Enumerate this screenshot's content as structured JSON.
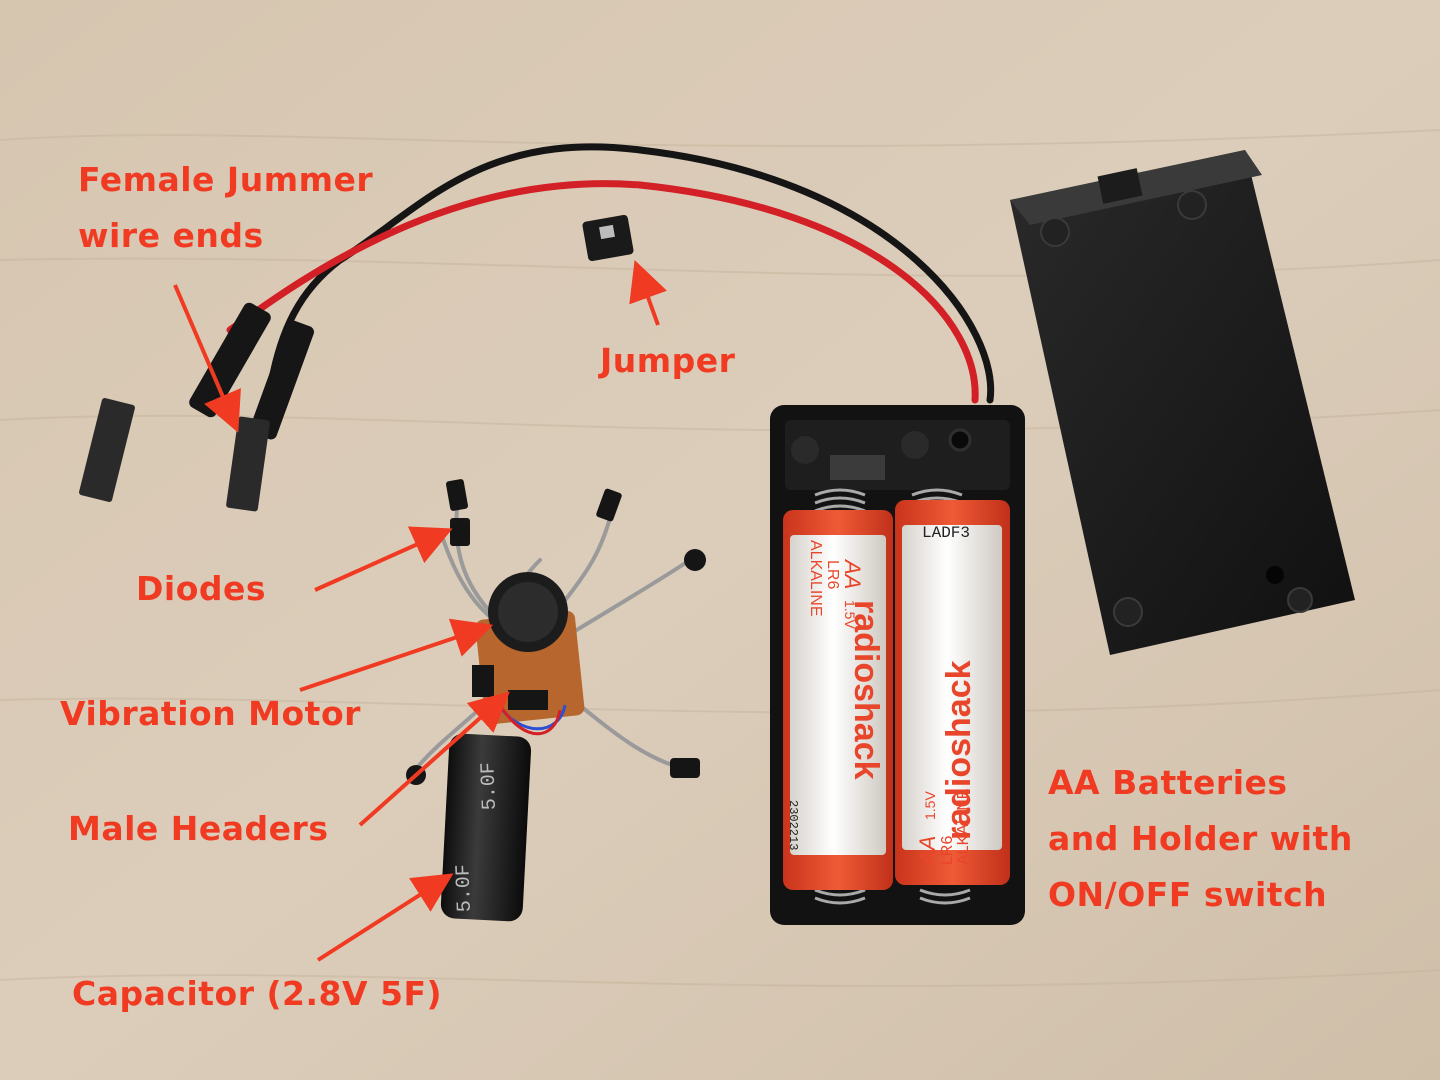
{
  "photo": {
    "subject": "wire-legged vibrating bristlebot kit",
    "background": "wooden-table"
  },
  "labels": {
    "female_jumper": [
      "Female Jummer",
      "wire ends"
    ],
    "jumper": "Jumper",
    "diodes": "Diodes",
    "vibration_motor": "Vibration Motor",
    "male_headers": "Male Headers",
    "capacitor": "Capacitor (2.8V 5F)",
    "battery": [
      "AA Batteries",
      "and Holder with",
      "ON/OFF switch"
    ]
  },
  "printed_text": {
    "battery_left": {
      "brand": "radioshack",
      "size": "AA",
      "voltage": "1.5V",
      "model": "LR6",
      "chem": "ALKALINE",
      "lot": "2302213"
    },
    "battery_right": {
      "brand": "radioshack",
      "lot": "LADF3",
      "size": "AA",
      "model": "LR6",
      "voltage": "1.5V",
      "chem": "ALKALINE"
    },
    "capacitor_marking": "5.0F",
    "capacitor_marking_bottom": "5.0F"
  },
  "colors": {
    "annotation": "#f03a22",
    "wood": "#d8c9b6",
    "battery_red": "#e8452a",
    "holder_black": "#141414"
  }
}
